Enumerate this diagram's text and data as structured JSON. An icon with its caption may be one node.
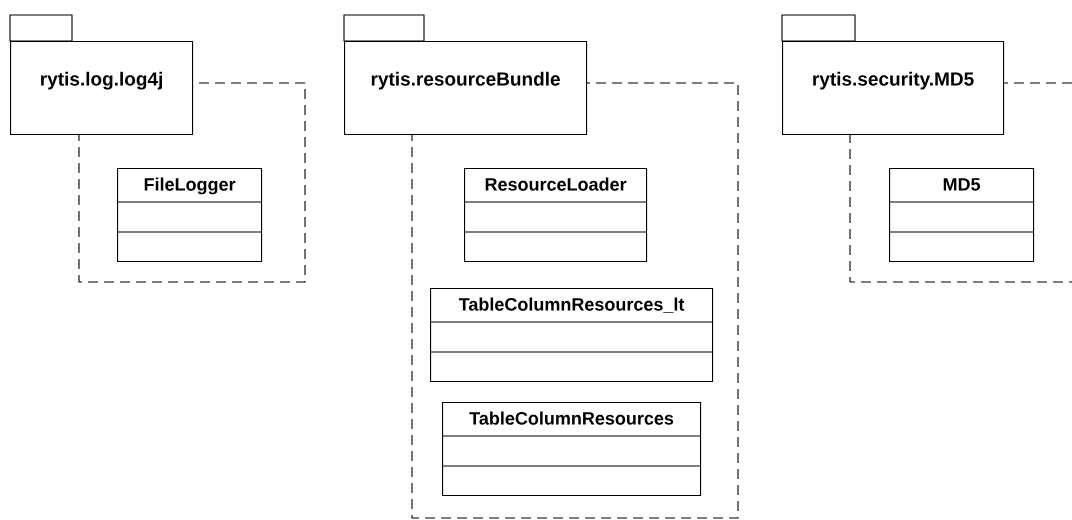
{
  "diagram": {
    "nodes": [
      {
        "text": [
          "rytis.log.log4j"
        ]
      },
      {
        "text": [],
        "shape": "box"
      },
      {
        "text": [
          "FileLogger"
        ],
        "in": 1
      },
      {
        "text": [
          "rytis.resourceBundle"
        ]
      },
      {
        "text": [],
        "shape": "box"
      },
      {
        "text": [
          "ResourceLoader"
        ],
        "in": 4
      },
      {
        "text": [
          "TableColumnResources_lt"
        ],
        "in": 4
      },
      {
        "text": [
          "TableColumnResources"
        ],
        "in": 4
      },
      {
        "text": [
          "rytis.security.MD5"
        ]
      },
      {
        "text": [],
        "shape": "box"
      },
      {
        "text": [
          "MD5"
        ],
        "in": 9
      }
    ],
    "edges": []
  }
}
